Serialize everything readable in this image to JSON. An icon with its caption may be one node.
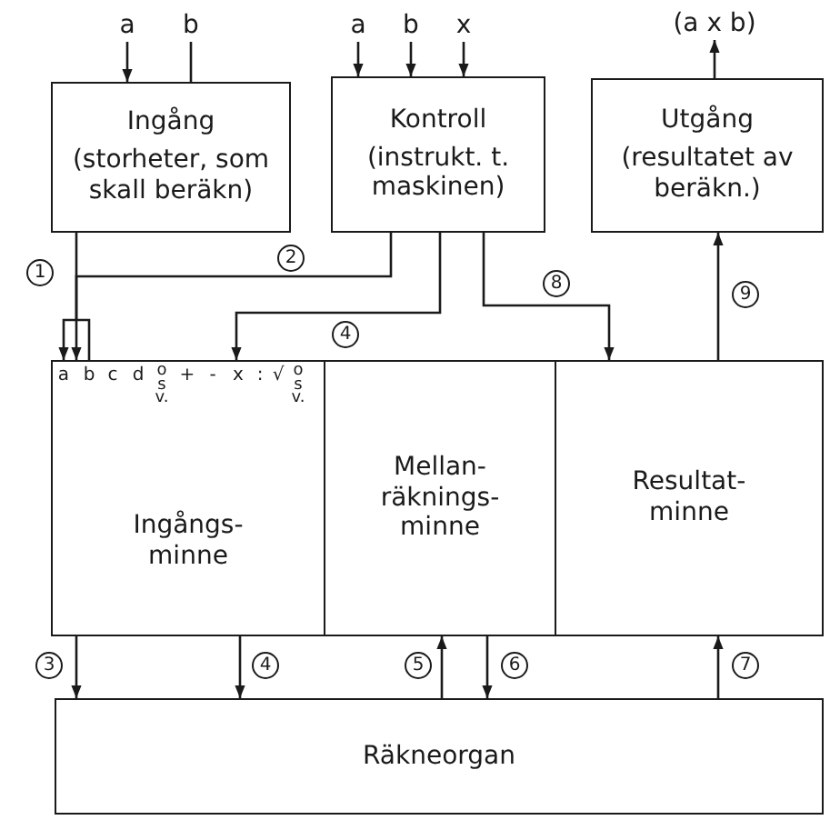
{
  "diagram": {
    "nodes": [
      {
        "text": [
          "Ingång",
          "(storheter, som skall beräkn)"
        ]
      },
      {
        "text": [
          "Kontroll",
          "(instrukt. t. maskinen)"
        ]
      },
      {
        "text": [
          "Utgång",
          "(resultatet av beräkn.)"
        ]
      },
      {
        "text": [
          "Ingångs- minne"
        ]
      },
      {
        "text": [
          "Mellan- räknings- minne"
        ]
      },
      {
        "text": [
          "Resultat- minne"
        ]
      },
      {
        "text": [
          "Räkneorgan"
        ]
      },
      {
        "text": [
          "a"
        ]
      },
      {
        "text": [
          "b"
        ]
      },
      {
        "text": [
          "a"
        ]
      },
      {
        "text": [
          "b"
        ]
      },
      {
        "text": [
          "x"
        ]
      },
      {
        "text": [
          "(a x b)"
        ]
      }
    ],
    "edges": [
      {
        "from": 7,
        "to": 0,
        "arrow": "to"
      },
      {
        "from": 8,
        "to": 0,
        "arrow": "none"
      },
      {
        "from": 9,
        "to": 1,
        "arrow": "to"
      },
      {
        "from": 10,
        "to": 1,
        "arrow": "to"
      },
      {
        "from": 11,
        "to": 1,
        "arrow": "to"
      },
      {
        "from": 2,
        "to": 12,
        "arrow": "to"
      },
      {
        "from": 0,
        "to": 3,
        "arrow": "to",
        "label": "1"
      },
      {
        "from": 1,
        "to": 3,
        "arrow": "to",
        "label": "2"
      },
      {
        "from": 1,
        "to": 3,
        "arrow": "to",
        "label": "4"
      },
      {
        "from": 1,
        "to": 5,
        "arrow": "to",
        "label": "8"
      },
      {
        "from": 5,
        "to": 2,
        "arrow": "to",
        "label": "9"
      },
      {
        "from": 3,
        "to": 6,
        "arrow": "to",
        "label": "3"
      },
      {
        "from": 3,
        "to": 6,
        "arrow": "to",
        "label": "4"
      },
      {
        "from": 6,
        "to": 4,
        "arrow": "to",
        "label": "5"
      },
      {
        "from": 4,
        "to": 6,
        "arrow": "to",
        "label": "6"
      },
      {
        "from": 6,
        "to": 5,
        "arrow": "to",
        "label": "7"
      }
    ],
    "labels": [
      "a",
      "b",
      "c",
      "d",
      "o s v.",
      "+",
      "-",
      "x",
      ":",
      "√",
      "o s v."
    ]
  }
}
